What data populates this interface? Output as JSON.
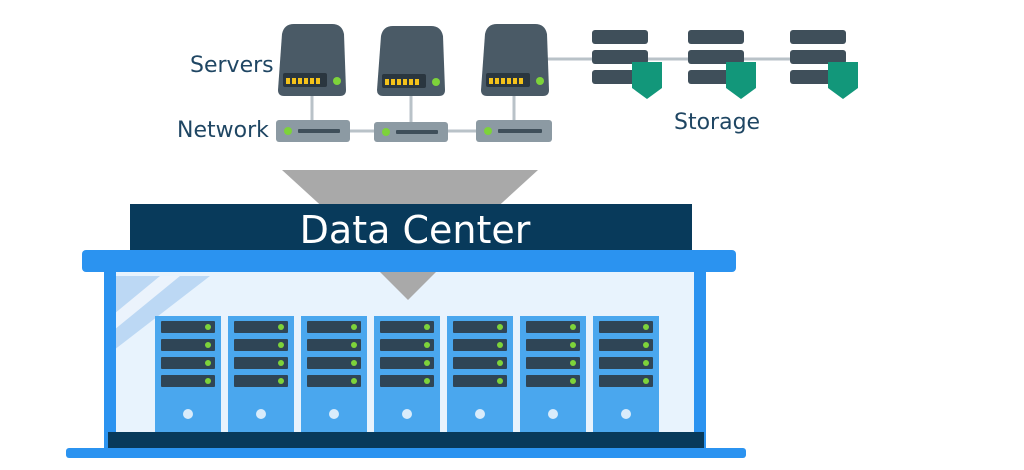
{
  "labels": {
    "servers": "Servers",
    "network": "Network",
    "storage": "Storage"
  },
  "banner": {
    "title": "Data Center"
  },
  "colors": {
    "server_body": "#4a5a66",
    "server_slot": "#2a363f",
    "led_yellow": "#f4c21a",
    "led_green": "#7dd33a",
    "network_device": "#8c9aa3",
    "connector": "#b9c2c8",
    "storage_unit": "#3f4f5a",
    "storage_shield": "#12977a",
    "funnel": "#a9a9a9",
    "banner_bg": "#083a5b",
    "banner_text": "#ffffff",
    "building_blue": "#2b93f0",
    "rack_blue": "#4aa7ee",
    "rack_dark": "#2f4556",
    "floor_dark": "#083a5b",
    "window_glass": "#e8f3fd",
    "label_text": "#1f4663"
  },
  "icons": {
    "server": "server-icon",
    "network": "network-switch-icon",
    "storage": "storage-shield-icon",
    "rack": "server-rack-icon"
  }
}
